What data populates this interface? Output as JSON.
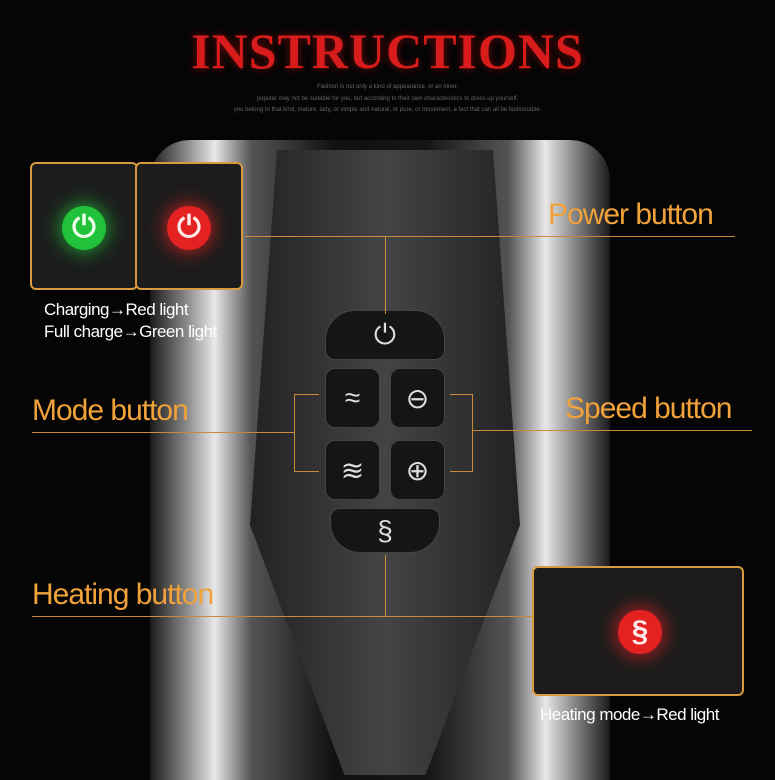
{
  "title": "INSTRUCTIONS",
  "subtitle": [
    "Fashion is not only a kind of appearance, or an inner,",
    "popular may not be suitable for you, but according to their own characteristics to dress up yourself,",
    "you belong to that kind, mature, lady, or simple and natural, or pure, or movement, a fact that can all be fashionable."
  ],
  "labels": {
    "power": "Power button",
    "mode": "Mode button",
    "speed": "Speed button",
    "heating": "Heating button"
  },
  "notes": {
    "charging": "Charging→Red light",
    "full_charge": "Full charge→Green light",
    "heating_mode": "Heating mode→Red light"
  },
  "colors": {
    "accent": "#f2a23a",
    "title": "#d81c1c",
    "green_light": "#22c23a",
    "red_light": "#e52222"
  },
  "icons": {
    "power": "⏻",
    "mode1": "≈",
    "mode2": "≋",
    "minus": "⊖",
    "plus": "⊕",
    "heat": "§"
  }
}
